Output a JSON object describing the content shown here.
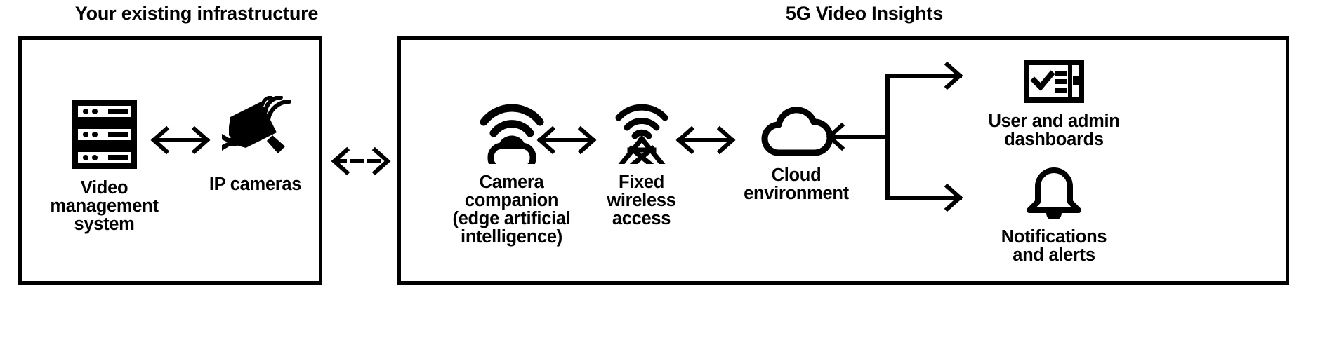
{
  "diagram": {
    "title_left": "Your existing infrastructure",
    "title_right": "5G Video Insights"
  },
  "left_panel": {
    "nodes": [
      {
        "label": "Video\nmanagement\nsystem",
        "icon": "server-stack-icon"
      },
      {
        "label": "IP cameras",
        "icon": "ip-camera-icon"
      }
    ],
    "connector": {
      "type": "bidirectional-arrow",
      "icon": "double-arrow-icon"
    }
  },
  "right_panel": {
    "nodes": [
      {
        "label": "Camera\ncompanion\n(edge artificial\nintelligence)",
        "icon": "wifi-device-icon"
      },
      {
        "label": "Fixed\nwireless\naccess",
        "icon": "cell-tower-icon"
      },
      {
        "label": "Cloud\nenvironment",
        "icon": "cloud-icon"
      },
      {
        "label": "User and admin\ndashboards",
        "icon": "dashboard-icon"
      },
      {
        "label": "Notifications\nand alerts",
        "icon": "bell-icon"
      }
    ],
    "connectors": [
      {
        "type": "bidirectional-arrow",
        "icon": "double-arrow-icon"
      },
      {
        "type": "bidirectional-arrow",
        "icon": "double-arrow-icon"
      },
      {
        "type": "left-arrow-branch",
        "icon": "branch-arrow-icon"
      }
    ]
  },
  "cross_link": {
    "type": "dashed-bidirectional-arrow",
    "icon": "dashed-double-arrow-icon"
  },
  "colors": {
    "stroke": "#000000",
    "background": "#ffffff"
  }
}
